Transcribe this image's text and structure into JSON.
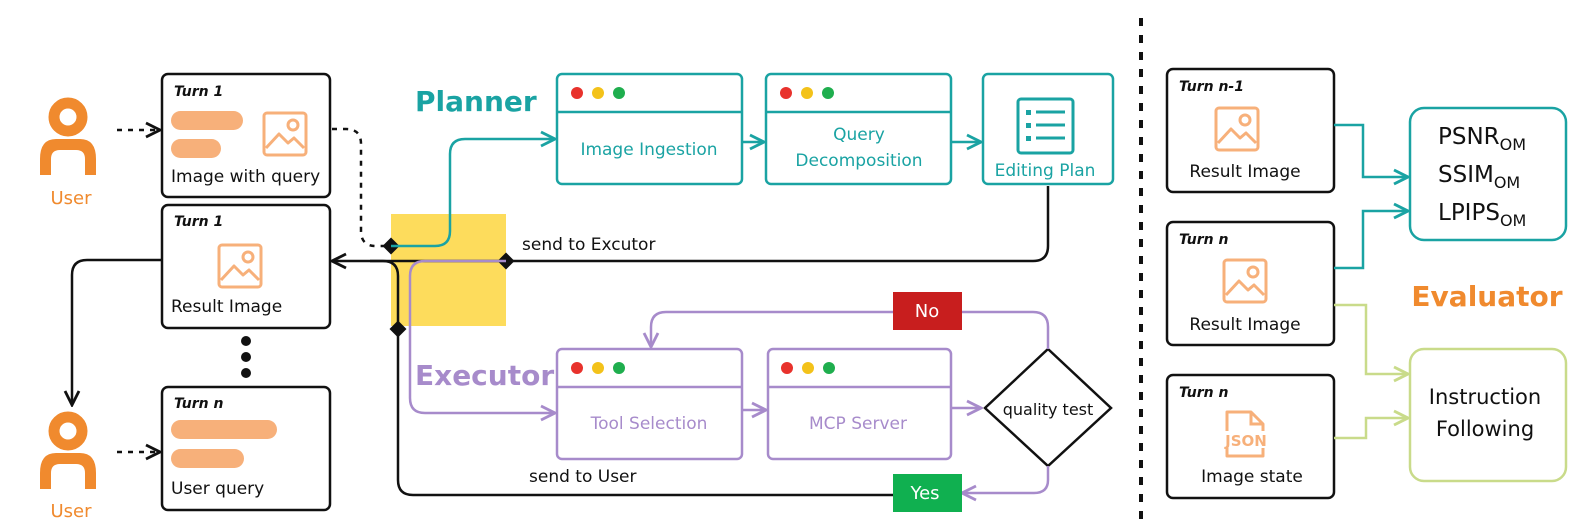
{
  "colors": {
    "planner": "#1AA3A3",
    "executor": "#A78BCB",
    "user": "#F08A2E",
    "evaluator_orange": "#F08A2E",
    "instruction": "#C9DB8A",
    "highlight": "#FDDC5C",
    "no_badge": "#C81E1E",
    "yes_badge": "#10B050",
    "query_bar": "#F7B07A"
  },
  "users": {
    "top_label": "User",
    "bottom_label": "User"
  },
  "left_cards": [
    {
      "turn": "Turn 1",
      "caption": "Image with query"
    },
    {
      "turn": "Turn 1",
      "caption": "Result Image"
    },
    {
      "turn": "Turn n",
      "caption": "User query"
    }
  ],
  "planner": {
    "title": "Planner",
    "boxes": [
      "Image Ingestion",
      "Query",
      "Decomposition",
      "Editing Plan"
    ]
  },
  "executor": {
    "title": "Executor",
    "boxes": [
      "Tool Selection",
      "MCP Server"
    ],
    "decision": "quality test",
    "no_label": "No",
    "yes_label": "Yes"
  },
  "edges": {
    "send_to_executor": "send to Excutor",
    "send_to_user": "send to User"
  },
  "evaluator": {
    "title": "Evaluator",
    "cards": [
      {
        "turn": "Turn n-1",
        "caption": "Result Image"
      },
      {
        "turn": "Turn n",
        "caption": "Result Image"
      },
      {
        "turn": "Turn n",
        "caption": "Image state"
      }
    ],
    "json_tag": "JSON",
    "metrics": {
      "psnr": "PSNR",
      "ssim": "SSIM",
      "lpips": "LPIPS",
      "subscript": "OM"
    },
    "instruction": [
      "Instruction",
      "Following"
    ]
  },
  "icons": [
    "user-icon",
    "image-icon",
    "list-icon",
    "json-file-icon",
    "window-dots-icon"
  ]
}
